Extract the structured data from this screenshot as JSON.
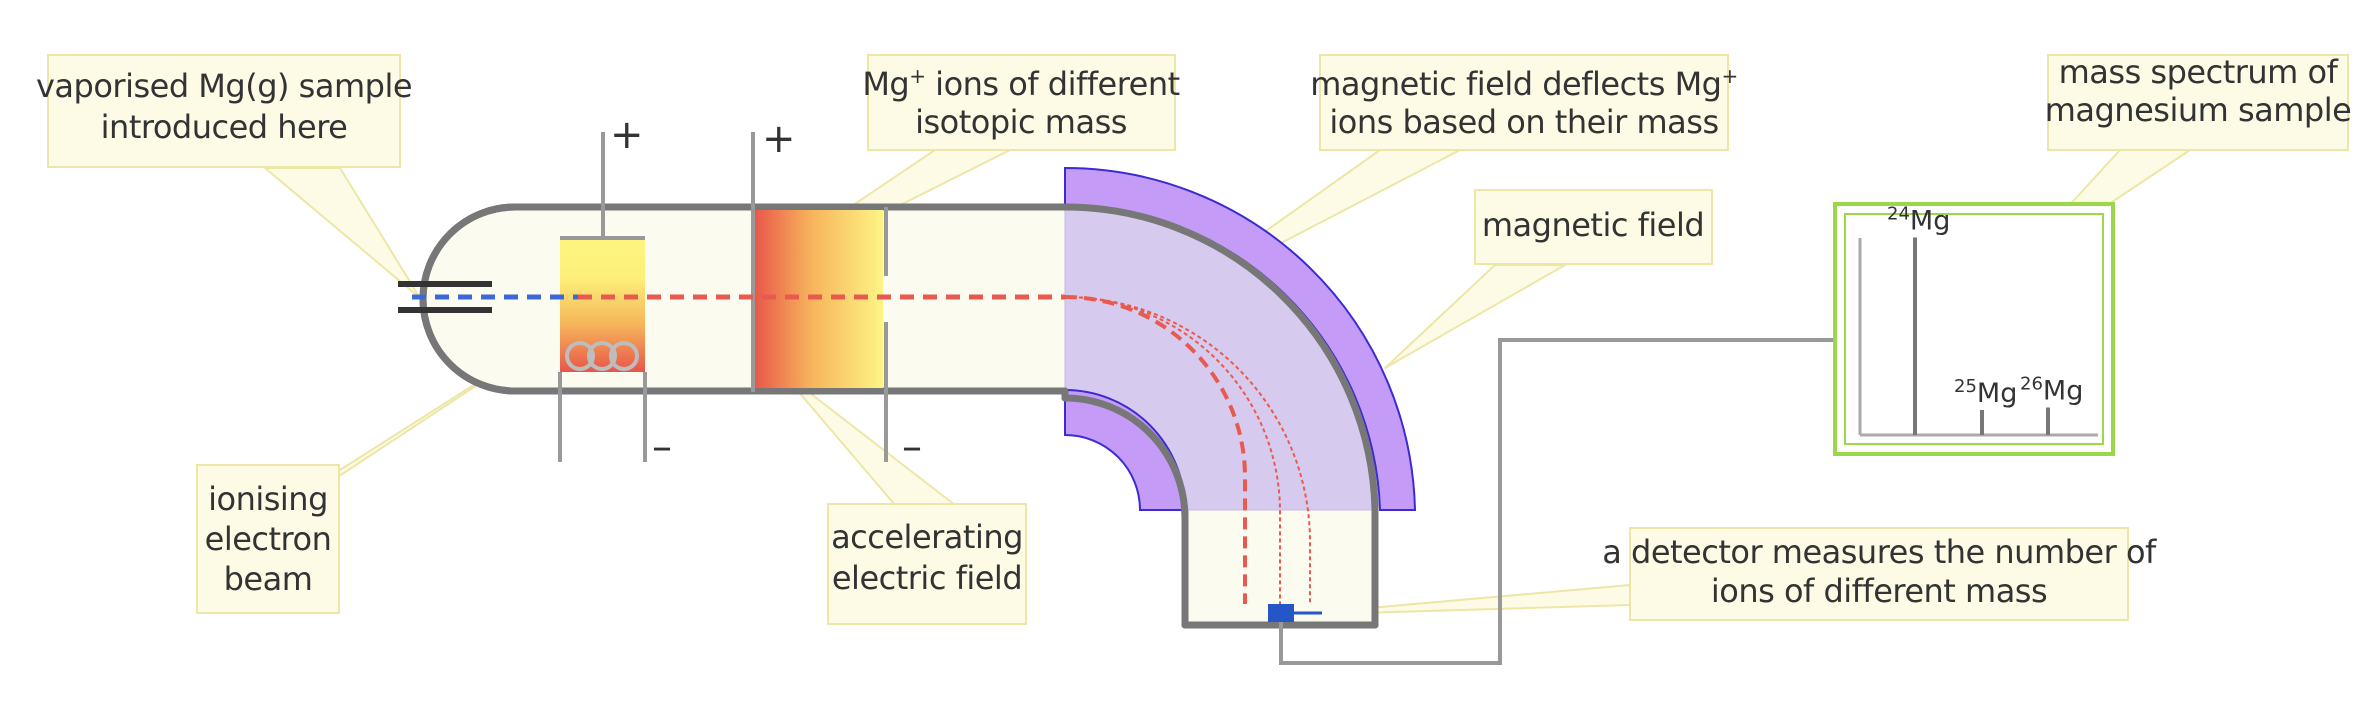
{
  "diagram": {
    "callouts": {
      "sample_inlet": {
        "lines": [
          "vaporised Mg(g) sample",
          "introduced here"
        ]
      },
      "ions": {
        "line1_pre": "Mg",
        "line1_sup": "+",
        "line1_post": " ions of different",
        "line2": "isotopic mass"
      },
      "deflection": {
        "line1_pre": "magnetic field deflects Mg",
        "line1_sup": "+",
        "line2": "ions based on their mass"
      },
      "magnetic_field": {
        "lines": [
          "magnetic field"
        ]
      },
      "spectrum": {
        "lines": [
          "mass spectrum of",
          "magnesium sample"
        ]
      },
      "electron_beam": {
        "lines": [
          "ionising",
          "electron",
          "beam"
        ]
      },
      "electric_field": {
        "lines": [
          "accelerating",
          "electric field"
        ]
      },
      "detector": {
        "lines": [
          "a detector measures the number of",
          "ions of different mass"
        ]
      }
    },
    "polarity": {
      "ionisation_plus": "+",
      "ionisation_minus": "–",
      "acceleration_plus": "+",
      "acceleration_minus": "–"
    },
    "mass_spectrum": {
      "element": "Mg",
      "peaks": [
        {
          "mass_number": "24",
          "relative_height": 0.79
        },
        {
          "mass_number": "25",
          "relative_height": 0.1
        },
        {
          "mass_number": "26",
          "relative_height": 0.11
        }
      ]
    },
    "colors": {
      "callout_fill": "#fdfbe6",
      "callout_border": "#ece7a6",
      "tube_fill": "#fbfbef",
      "tube_stroke": "#777777",
      "magnet": "#c49cf8",
      "magnet_edge": "#3a2bd2",
      "field_region": "#d6cbee",
      "electron_beam": "#3c68d8",
      "ion_beam": "#e85a4f",
      "spectrum_border": "#9ad84a",
      "detector": "#2456c8"
    }
  }
}
